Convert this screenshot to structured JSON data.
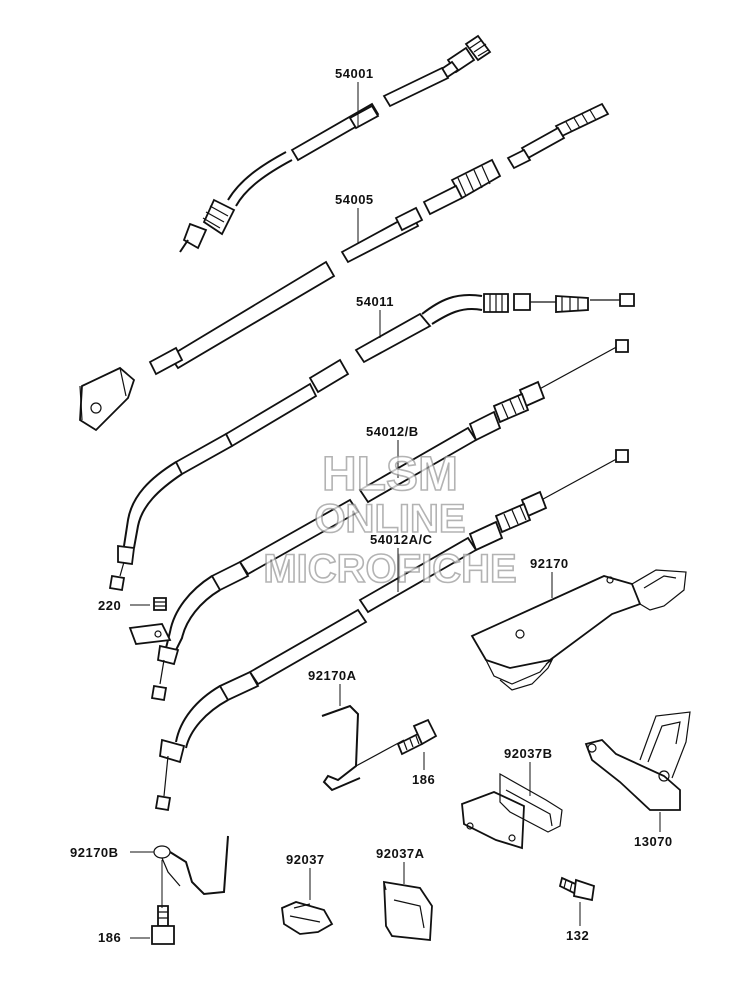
{
  "watermark": {
    "line1": "HLSM",
    "line2": "ONLINE",
    "line3": "MICROFICHE"
  },
  "parts": {
    "p54001": "54001",
    "p54005": "54005",
    "p54011": "54011",
    "p54012b": "54012/B",
    "p54012ac": "54012A/C",
    "p220": "220",
    "p92170": "92170",
    "p92170a": "92170A",
    "p186a": "186",
    "p92037b": "92037B",
    "p13070": "13070",
    "p92170b": "92170B",
    "p92037": "92037",
    "p92037a": "92037A",
    "p186b": "186",
    "p132": "132"
  },
  "colors": {
    "line": "#111111",
    "watermark_outline": "#9a9a9a",
    "background": "#ffffff"
  }
}
